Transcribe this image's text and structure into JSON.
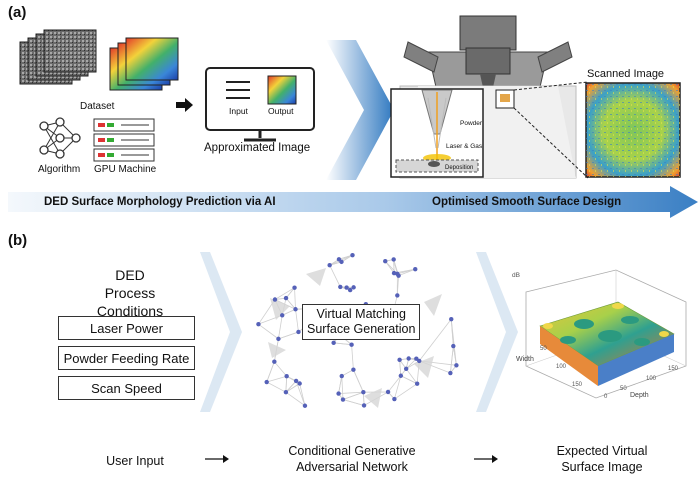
{
  "panel_a": {
    "label": "(a)",
    "dataset_label": "Dataset",
    "algorithm_label": "Algorithm",
    "gpu_label": "GPU Machine",
    "monitor_input": "Input",
    "monitor_output": "Output",
    "approx_label": "Approximated Image",
    "scanned_label": "Scanned Image",
    "powder_label": "Powder",
    "laser_label": "Laser & Gas",
    "deposition_label": "Deposition",
    "banner_left": "DED Surface Morphology Prediction via AI",
    "banner_right": "Optimised Smooth Surface Design",
    "colors": {
      "banner_start": "#f2f7fc",
      "banner_end": "#3a7fc4",
      "arrow_blue": "#2f78c0"
    }
  },
  "panel_b": {
    "label": "(b)",
    "title_line1": "DED",
    "title_line2": "Process Conditions",
    "conditions": [
      "Laser Power",
      "Powder Feeding Rate",
      "Scan Speed"
    ],
    "network_line1": "Virtual Matching",
    "network_line2": "Surface Generation",
    "plot_axes": {
      "z": "dB",
      "width": "Width",
      "depth": "Depth",
      "width_ticks": [
        "50",
        "100",
        "150"
      ],
      "depth_ticks": [
        "0",
        "50",
        "100",
        "150"
      ]
    },
    "bottom_left": "User Input",
    "bottom_mid_line1": "Conditional Generative",
    "bottom_mid_line2": "Adversarial Network",
    "bottom_right_line1": "Expected Virtual",
    "bottom_right_line2": "Surface Image"
  }
}
